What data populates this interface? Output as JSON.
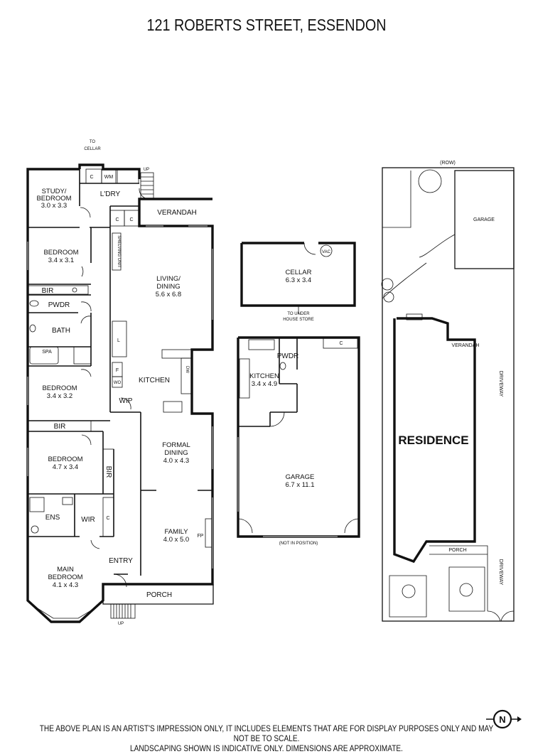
{
  "title": "121 ROBERTS STREET, ESSENDON",
  "house": {
    "to_cellar": [
      "TO",
      "CELLAR"
    ],
    "c1": "C",
    "wm": "WM",
    "up1": "UP",
    "ldry": "L'DRY",
    "study_name": [
      "STUDY/",
      "BEDROOM"
    ],
    "study_dim": "3.0 x 3.3",
    "c2": "C",
    "c3": "C",
    "verandah": "VERANDAH",
    "shelving": "SHELVING UNIT",
    "bed1_name": "BEDROOM",
    "bed1_dim": "3.4 x 3.1",
    "bir1": "BIR",
    "pwdr": "PWDR",
    "bath": "BATH",
    "spa": "SPA",
    "living_name": [
      "LIVING/",
      "DINING"
    ],
    "living_dim": "5.6 x 6.8",
    "l": "L",
    "f": "F",
    "wo": "WO",
    "dw": "DW",
    "kitchen": "KITCHEN",
    "wip": "WIP",
    "bed2_name": "BEDROOM",
    "bed2_dim": "3.4 x 3.2",
    "bir2": "BIR",
    "formal_name": [
      "FORMAL",
      "DINING"
    ],
    "formal_dim": "4.0 x 4.3",
    "bed3_name": "BEDROOM",
    "bed3_dim": "4.7 x 3.4",
    "bir3": "BIR",
    "ens": "ENS",
    "wir": "WIR",
    "c4": "C",
    "family_name": "FAMILY",
    "family_dim": "4.0 x 5.0",
    "fp": "FP",
    "entry": "ENTRY",
    "main_name": [
      "MAIN",
      "BEDROOM"
    ],
    "main_dim": "4.1 x 4.3",
    "porch": "PORCH",
    "up2": "UP"
  },
  "cellar": {
    "vac": "VAC",
    "name": "CELLAR",
    "dim": "6.3 x 3.4",
    "note": [
      "TO UNDER",
      "HOUSE STORE"
    ]
  },
  "outbuilding": {
    "c": "C",
    "pwdr": "PWDR",
    "kitchen_name": "KITCHEN",
    "kitchen_dim": "3.4 x 4.9",
    "garage_name": "GARAGE",
    "garage_dim": "6.7 x 11.1",
    "note": "(NOT IN POSITION)"
  },
  "site": {
    "row": "(ROW)",
    "garage": "GARAGE",
    "verandah": "VERANDAH",
    "residence": "RESIDENCE",
    "porch": "PORCH",
    "driveway1": "DRIVEWAY",
    "driveway2": "DRIVEWAY"
  },
  "compass": "N",
  "footer": [
    "THE ABOVE PLAN IS AN ARTIST'S IMPRESSION ONLY, IT INCLUDES ELEMENTS THAT ARE FOR DISPLAY PURPOSES ONLY AND MAY NOT BE TO SCALE.",
    "LANDSCAPING SHOWN IS INDICATIVE ONLY. DIMENSIONS ARE APPROXIMATE."
  ]
}
